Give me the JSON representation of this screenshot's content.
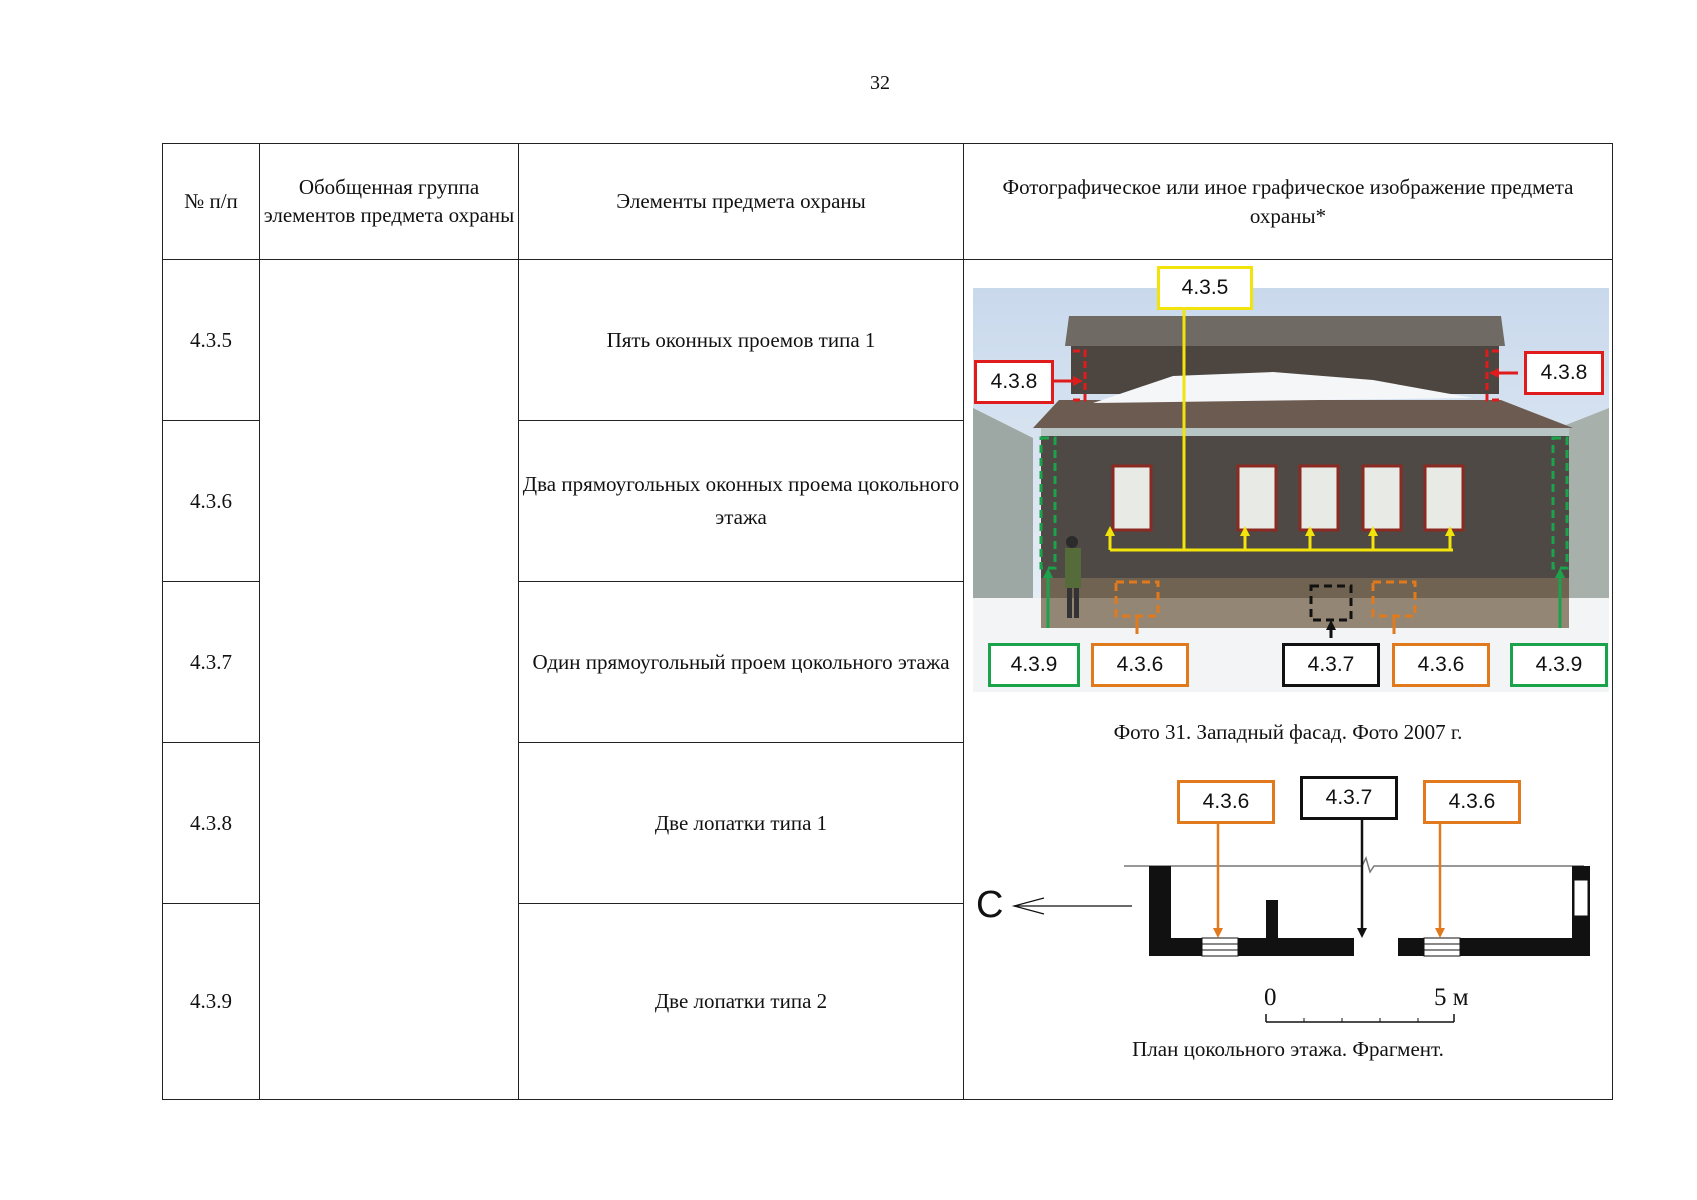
{
  "page_number": "32",
  "table": {
    "headers": {
      "num": "№ п/п",
      "group": "Обобщенная группа элементов предмета охраны",
      "elements": "Элементы предмета охраны",
      "image": "Фотографическое или иное графическое изображение предмета охраны*"
    },
    "rows": [
      {
        "num": "4.3.5",
        "element": "Пять оконных проемов типа 1"
      },
      {
        "num": "4.3.6",
        "element": "Два прямоугольных оконных проема цокольного этажа"
      },
      {
        "num": "4.3.7",
        "element": "Один прямоугольный проем цокольного этажа"
      },
      {
        "num": "4.3.8",
        "element": "Две лопатки типа 1"
      },
      {
        "num": "4.3.9",
        "element": "Две лопатки типа 2"
      }
    ]
  },
  "figure": {
    "photo_labels": {
      "l435": "4.3.5",
      "l438a": "4.3.8",
      "l438b": "4.3.8",
      "l439a": "4.3.9",
      "l436a": "4.3.6",
      "l437": "4.3.7",
      "l436b": "4.3.6",
      "l439b": "4.3.9"
    },
    "photo_caption": "Фото 31. Западный фасад. Фото 2007 г.",
    "plan_labels": {
      "p436a": "4.3.6",
      "p437": "4.3.7",
      "p436b": "4.3.6"
    },
    "north_letter": "С",
    "scale_start": "0",
    "scale_end": "5 м",
    "plan_caption": "План цокольного этажа. Фрагмент.",
    "colors": {
      "yellow": "#f2e40a",
      "red": "#e01b1b",
      "green": "#1aa34a",
      "orange": "#e07a1c",
      "black": "#111111"
    }
  }
}
